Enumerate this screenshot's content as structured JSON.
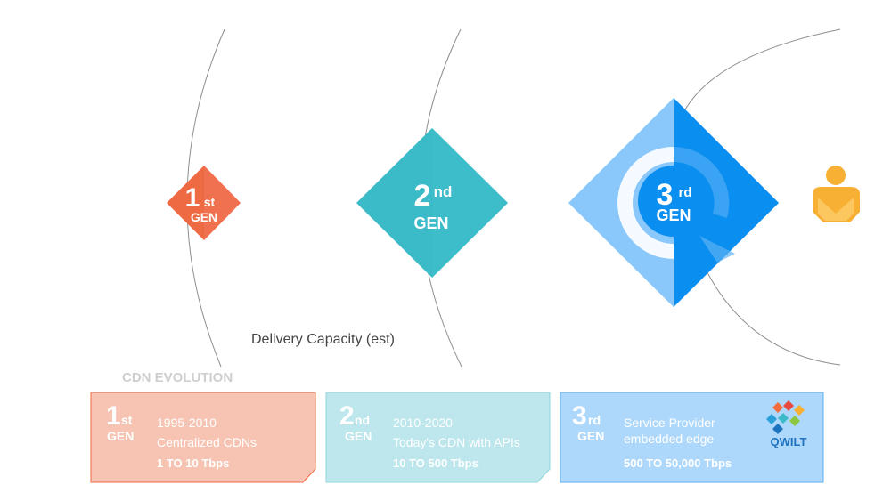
{
  "generations": [
    {
      "num": "1",
      "suffix": "st",
      "gen": "GEN",
      "color": "#ee6a43"
    },
    {
      "num": "2",
      "suffix": "nd",
      "gen": "GEN",
      "color": "#3bbac7"
    },
    {
      "num": "3",
      "suffix": "rd",
      "gen": "GEN",
      "color": "#0a8eef",
      "light_color": "#8ac8fb"
    }
  ],
  "axis_label": "Delivery Capacity (est)",
  "section_title": "CDN EVOLUTION",
  "cards": [
    {
      "num": "1",
      "suffix": "st",
      "gen": "GEN",
      "years": "1995-2010",
      "desc": "Centralized CDNs",
      "capacity": "1 TO 10 Tbps",
      "bg": "#f7c4b3",
      "border": "#ee6a43"
    },
    {
      "num": "2",
      "suffix": "nd",
      "gen": "GEN",
      "years": "2010-2020",
      "desc": "Today's CDN with APIs",
      "capacity": "10 TO 500 Tbps",
      "bg": "#bde7ed",
      "border": "#8fd4dd"
    },
    {
      "num": "3",
      "suffix": "rd",
      "gen": "GEN",
      "line1": "Service Provider",
      "line2": "embedded edge",
      "capacity": "500 TO 50,000 Tbps",
      "bg": "#aed8fb",
      "border": "#5aaef0",
      "logo_text": "QWILT"
    }
  ],
  "user_icon_color": "#f7b033"
}
